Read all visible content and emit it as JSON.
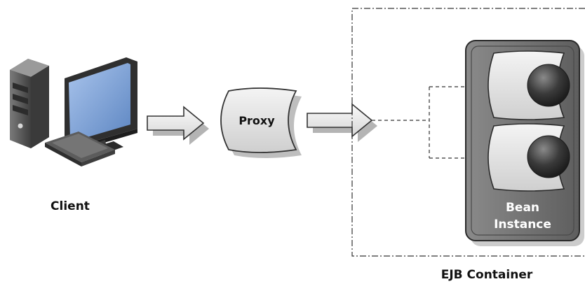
{
  "labels": {
    "client": "Client",
    "proxy": "Proxy",
    "bean_line1": "Bean",
    "bean_line2": "Instance",
    "container": "EJB Container"
  },
  "colors": {
    "arrow_fill": "#eaeaea",
    "arrow_stroke": "#333333",
    "pool_fill": "#737373",
    "pool_inner": "#5a5a5a",
    "scroll_fill": "#e4e4e4",
    "ball_fill": "#3a3a3a",
    "monitor_screen": "#7fa2d4",
    "computer_body": "#595959"
  },
  "icons": {
    "client": "desktop-computer-icon",
    "proxy": "scroll-shape",
    "bean": "bean-scroll-with-ball-icon"
  }
}
